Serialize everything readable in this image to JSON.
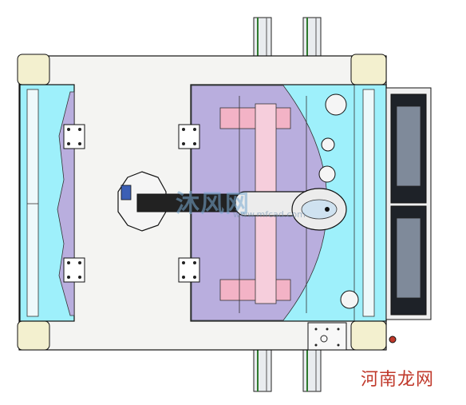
{
  "watermark": {
    "logo_text": "沐风网",
    "url_text": "www.mfcad.com"
  },
  "site_mark": {
    "text": "河南龙网"
  },
  "colors": {
    "frame": "#f4f4f2",
    "outline": "#111111",
    "cyan_panel": "#9ef0fb",
    "lavender_zone": "#b9aede",
    "pink_block": "#f3b3c6",
    "tray_gray": "#7f8a9a",
    "robot_white": "#ececec",
    "site_red": "#c0392b"
  }
}
